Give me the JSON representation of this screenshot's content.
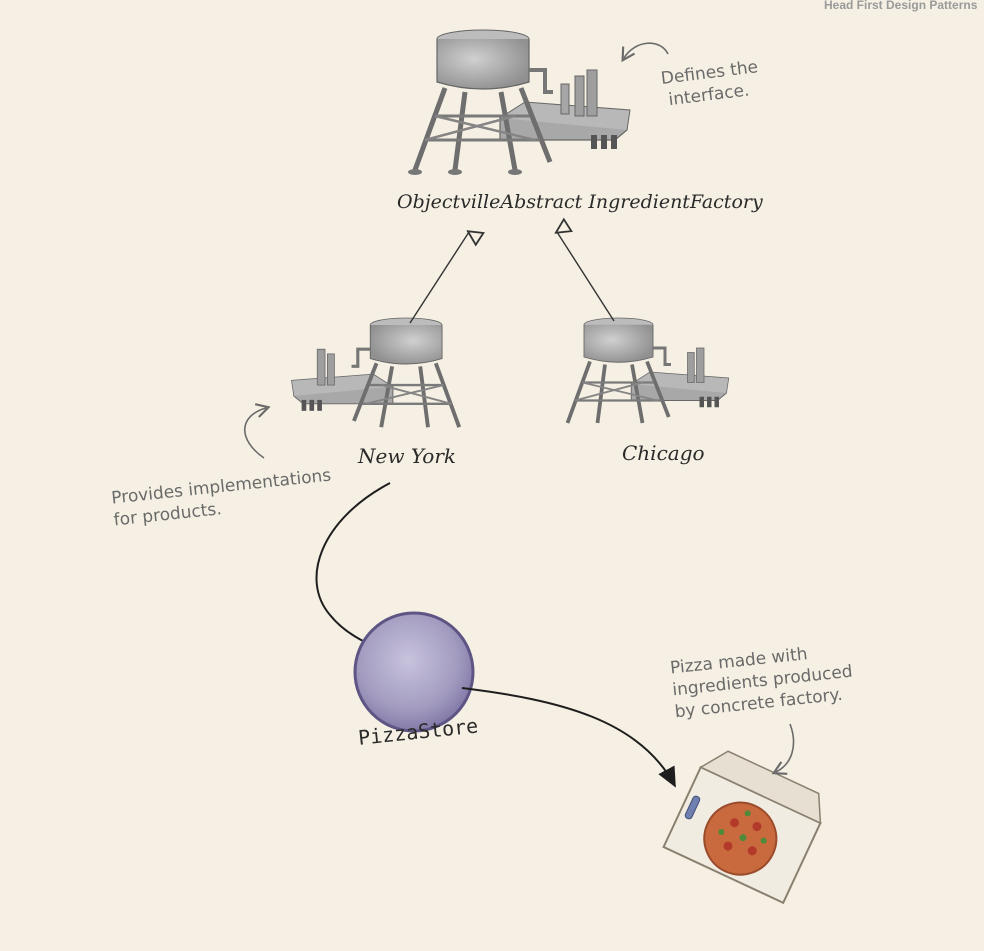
{
  "header": {
    "title": "Head First Design Patterns"
  },
  "diagram": {
    "abstract_factory": {
      "label": "ObjectvilleAbstract IngredientFactory"
    },
    "factories": [
      {
        "label": "New York"
      },
      {
        "label": "Chicago"
      }
    ],
    "store": {
      "label": "PizzaStore"
    },
    "notes": {
      "defines": [
        "Defines the",
        "interface."
      ],
      "provides": [
        "Provides implementations",
        "for products."
      ],
      "pizza": [
        "Pizza made with",
        "ingredients produced",
        "by concrete factory."
      ]
    }
  },
  "colors": {
    "background": "#f5f0e3",
    "factory_gray": "#a8a8a8",
    "store_purple": "#a9a3c4",
    "note_gray": "#6a6a6a",
    "arrow": "#222222"
  }
}
